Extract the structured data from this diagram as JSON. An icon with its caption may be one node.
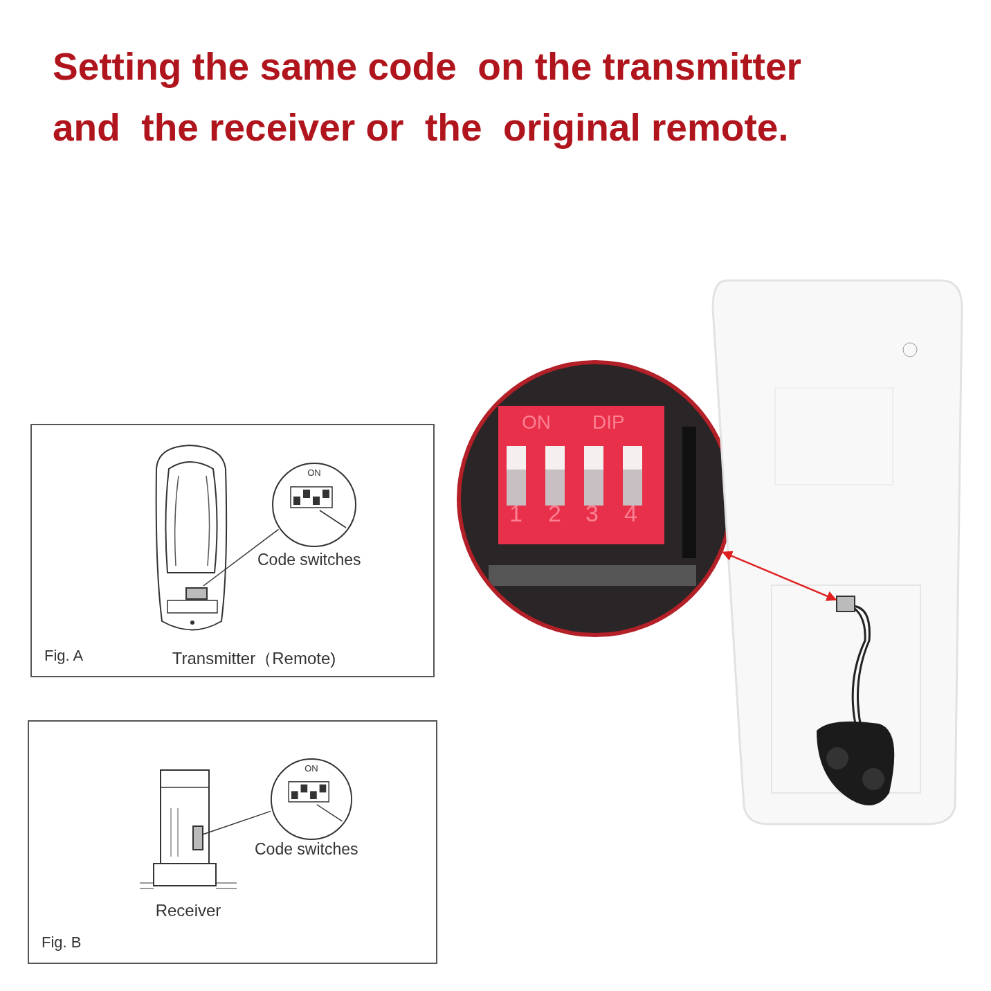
{
  "diagram": {
    "title": "Setting the same code  on the transmitter and  the receiver or  the  original remote.",
    "nodes": [
      {
        "text": [
          "Fig. A"
        ]
      },
      {
        "text": [
          "Transmitter（Remote)"
        ],
        "in": 0
      },
      {
        "text": [],
        "shape": "box",
        "in": 1
      },
      {
        "text": [
          "ON"
        ],
        "in": 0,
        "beside": [
          "Code switches"
        ]
      },
      {
        "text": [
          "Fig. B"
        ]
      },
      {
        "text": [
          "Receiver"
        ],
        "in": 4
      },
      {
        "text": [],
        "shape": "box",
        "in": 5
      },
      {
        "text": [
          "ON"
        ],
        "in": 4,
        "beside": [
          "Code switches"
        ]
      },
      {
        "text": [
          "ON",
          "DIP",
          "1",
          "2",
          "3",
          "4"
        ]
      },
      {
        "text": [],
        "shape": "picture"
      },
      {
        "text": [],
        "shape": "box",
        "in": 9
      }
    ],
    "edges": [
      {
        "from": 3,
        "to": 2,
        "arrow": "none"
      },
      {
        "from": 7,
        "to": 6,
        "arrow": "none"
      },
      {
        "from": 8,
        "to": 10,
        "arrow": "both",
        "color": "#e02020"
      }
    ]
  }
}
